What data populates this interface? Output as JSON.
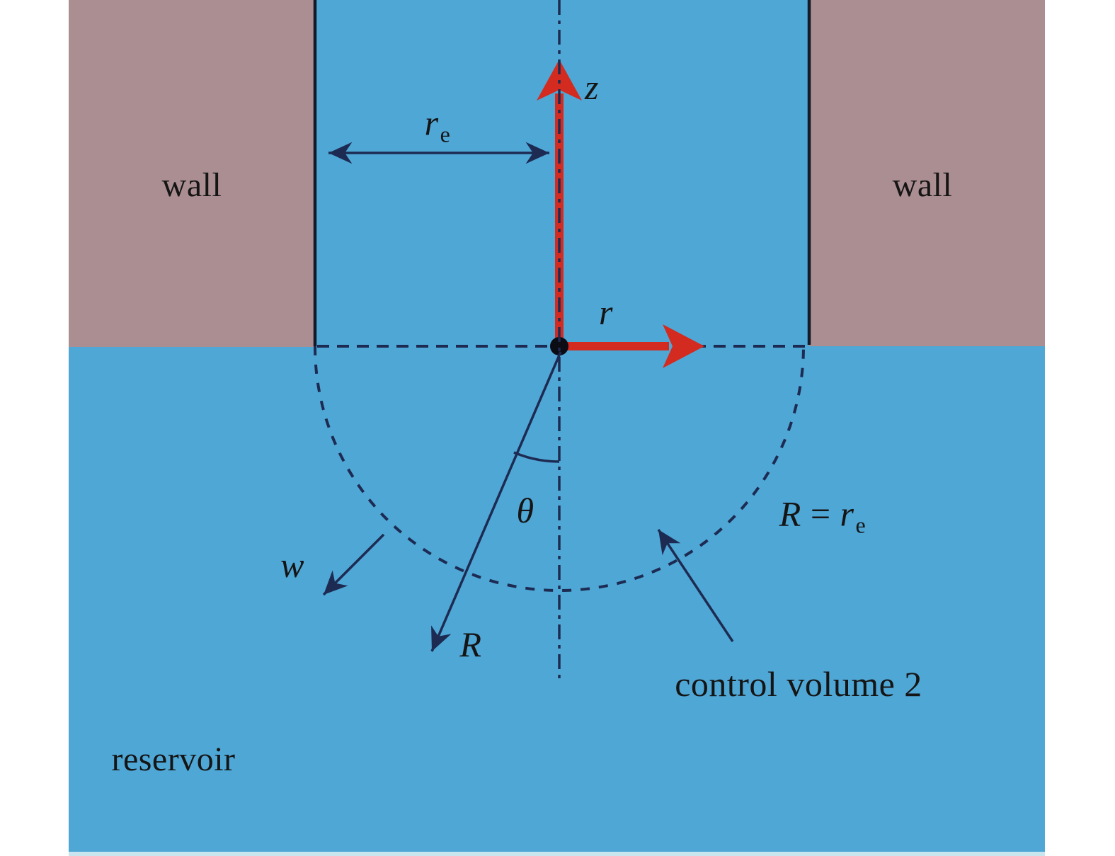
{
  "colors": {
    "wall_fill": "#ab8e92",
    "fluid_fill": "#4fa7d6",
    "line": "#1d2b52",
    "axis": "#d32b20",
    "background": "#ffffff",
    "text": "#151515",
    "bottom_strip": "#c9e6ee"
  },
  "regions": {
    "wall_left_label": "wall",
    "wall_right_label": "wall",
    "reservoir_label": "reservoir"
  },
  "annotations": {
    "z_axis": "z",
    "r_axis": "r",
    "radius_dim_main": "r",
    "radius_dim_sub": "e",
    "theta": "θ",
    "w": "w",
    "R": "R",
    "R_eq_R": "R",
    "R_eq_sign": " = ",
    "R_eq_r": "r",
    "R_eq_sub": "e",
    "control_volume": "control volume 2"
  }
}
